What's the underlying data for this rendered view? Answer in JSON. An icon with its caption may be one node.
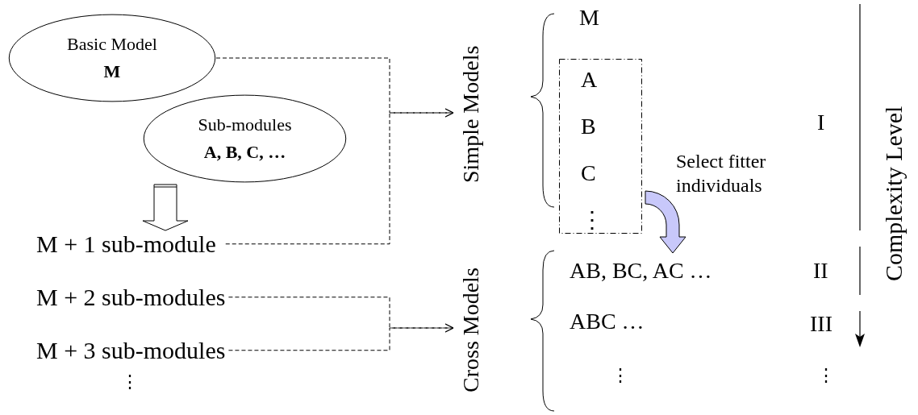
{
  "diagram": {
    "nodes": [
      {
        "text": [
          "Basic Model",
          "M"
        ]
      },
      {
        "text": [
          "Sub-modules",
          "A, B, C, …"
        ]
      },
      {
        "text": [
          "M + 1 sub-module"
        ]
      },
      {
        "text": [
          "M + 2 sub-modules"
        ]
      },
      {
        "text": [
          "M + 3 sub-modules"
        ]
      },
      {
        "text": [
          "A",
          "B",
          "C",
          "⋮"
        ]
      },
      {
        "text": [
          "AB, BC, AC …"
        ]
      },
      {
        "text": [
          "Simple Models"
        ]
      },
      {
        "text": [
          "Cross Models"
        ]
      }
    ],
    "edges": [
      {
        "from": 0,
        "to": 7,
        "arrow": "to",
        "style": "dashed"
      },
      {
        "from": 2,
        "to": 7,
        "arrow": "to",
        "style": "dashed"
      },
      {
        "from": 3,
        "to": 8,
        "arrow": "to",
        "style": "dashed"
      },
      {
        "from": 4,
        "to": 8,
        "arrow": "to",
        "style": "dashed"
      },
      {
        "from": 1,
        "to": 2,
        "arrow": "to",
        "style": "thick"
      },
      {
        "from": 5,
        "to": 6,
        "arrow": "to",
        "style": "thick",
        "color": "#c8c8fa",
        "label": "Select fitter individuals"
      }
    ],
    "labels": [
      "M",
      "I",
      "Complexity Level",
      "II",
      "ABC …",
      "III",
      "⋮",
      "⋮",
      "⋮"
    ]
  }
}
